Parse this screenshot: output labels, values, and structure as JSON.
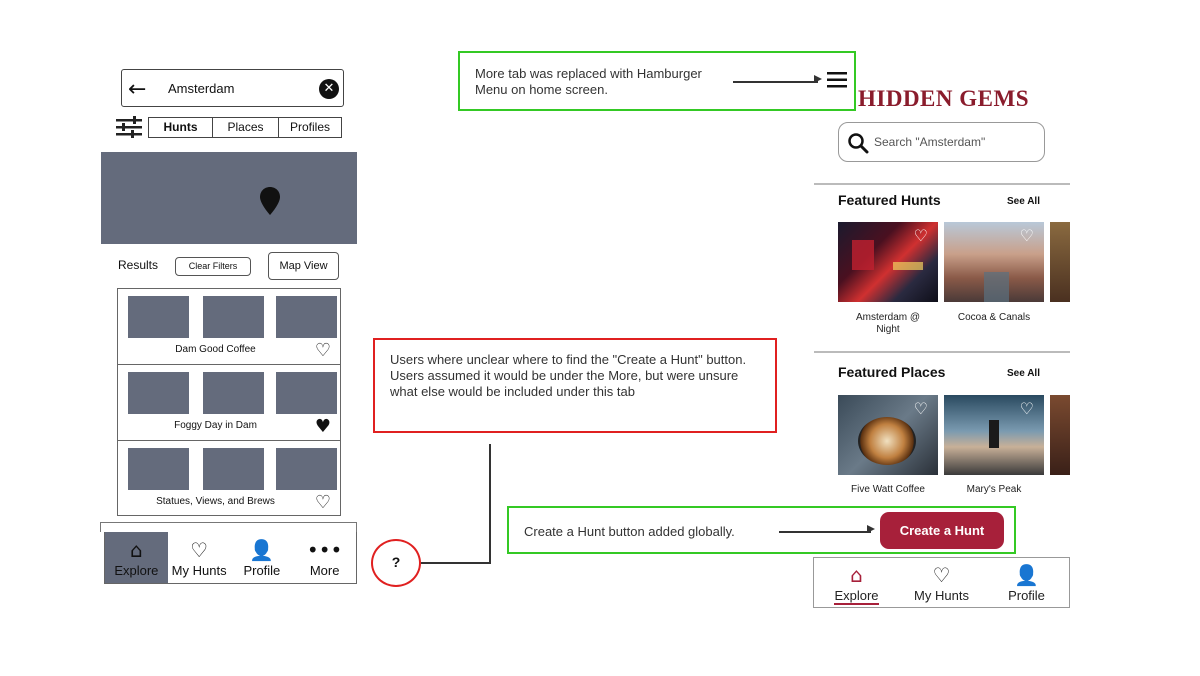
{
  "left_screen": {
    "search_value": "Amsterdam",
    "segments": [
      "Hunts",
      "Places",
      "Profiles"
    ],
    "results_label": "Results",
    "clear_filters": "Clear Filters",
    "map_view": "Map View",
    "results": [
      {
        "title": "Dam Good Coffee",
        "favorited": false
      },
      {
        "title": "Foggy Day in Dam",
        "favorited": true
      },
      {
        "title": "Statues, Views, and Brews",
        "favorited": false
      }
    ],
    "tabs": [
      "Explore",
      "My Hunts",
      "Profile",
      "More"
    ],
    "active_tab": "Explore"
  },
  "annotations": {
    "hamburger_note": "More tab was replaced with Hamburger Menu on home screen.",
    "unclear_note": "Users where unclear where to find the \"Create a Hunt\" button. Users assumed it would be under the More, but were unsure what else would be included under this tab",
    "question_mark": "?",
    "global_note": "Create a Hunt button added globally."
  },
  "right_screen": {
    "brand": "HIDDEN GEMS",
    "search_placeholder": "Search \"Amsterdam\"",
    "featured_hunts_title": "Featured Hunts",
    "featured_places_title": "Featured Places",
    "see_all": "See All",
    "hunts": [
      "Amsterdam @ Night",
      "Cocoa & Canals"
    ],
    "places": [
      "Five Watt Coffee",
      "Mary's Peak"
    ],
    "create_button": "Create a Hunt",
    "tabs": [
      "Explore",
      "My Hunts",
      "Profile"
    ],
    "active_tab": "Explore",
    "accent_color": "#a7203a",
    "brand_color": "#8a1c2c"
  },
  "colors": {
    "note_green": "#34c924",
    "note_red": "#e02020",
    "wireframe_gray": "#646b7c"
  }
}
